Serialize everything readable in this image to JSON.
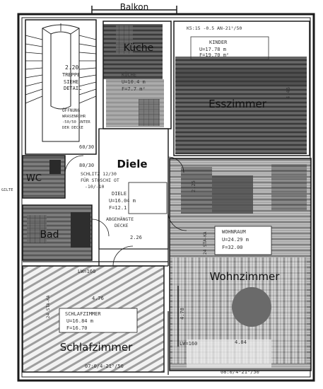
{
  "title": "Balkon",
  "rooms": {
    "kueche": "Küche",
    "esszimmer": "Esszimmer",
    "diele": "Diele",
    "wc": "WC",
    "bad": "Bad",
    "wohnzimmer": "Wohnzimmer",
    "schlafzimmer": "Schlafzimmer"
  },
  "notes": {
    "stair_height": "2.20",
    "stair_label": "TREPPE",
    "stair_detail_1": "SIEHE",
    "stair_detail_2": "DETAIL",
    "opening_1": "ÖFFNUNG",
    "opening_2": "WRASENROHR",
    "opening_3": "-50/50 UNTER",
    "opening_4": "DER DECKE",
    "kueche_tag": "KÜCHE",
    "kueche_u": "U=10.4 m",
    "kueche_f": "F=7.7 m²",
    "kinder": "KINDER",
    "kinder_u": "U=17.78 m",
    "kinder_f": "F=19.70 m²",
    "wall_note": "60/30",
    "wall_note_2": "80/30",
    "schlitz": "SCHLITZ 12/30",
    "schlitz_2": "FÜR STOSCHI OT",
    "schlitz_3": "-10/-10",
    "diele_tag": "DIELE",
    "diele_u": "U=16.04 m",
    "diele_f": "F=12.1",
    "abgehaengt_1": "ABGEHÄNGTE",
    "abgehaengt_2": "DECKE",
    "wohnraum": "WOHNRAUM",
    "wohnraum_u": "U=24.29 m",
    "wohnraum_f": "F=32.00",
    "schlaf_tag": "SCHLAFZIMMER",
    "schlaf_u": "U=16.84 m",
    "schlaf_f": "F=16.70",
    "stahlka": "24 STA-KA",
    "lw_1": "LW=160",
    "lw_2": "LW=160",
    "bottom_1": "07:0/4-21⁵/50",
    "bottom_2": "08:0/4-21⁵/50",
    "top_code": "K5:15 -0.5 AN-21⁵/50",
    "dim_226": "2.26",
    "dim_446": "4.46",
    "dim_484": "4.84",
    "dim_478": "4.78",
    "dim_476": "4.76",
    "dim_225": "2.25",
    "left_tag": "GILTE"
  },
  "colors": {
    "line": "#1a1a1a",
    "hatch_dark": "#4a4a4a",
    "hatch_mid": "#6e6e6e",
    "hatch_light": "#9a9a9a",
    "paper": "#ffffff"
  }
}
